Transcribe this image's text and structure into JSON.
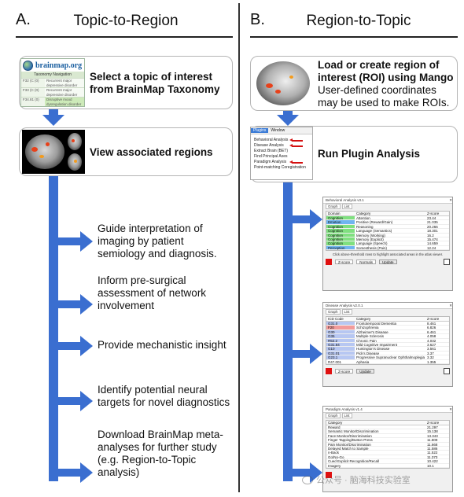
{
  "panel_a": {
    "letter": "A.",
    "title": "Topic-to-Region",
    "step1": "Select a topic of interest from BrainMap Taxonomy",
    "step2": "View associated regions",
    "outcomes": [
      "Guide interpretation of imaging by patient semiology and diagnosis.",
      "Inform pre-surgical assessment of network involvement",
      "Provide mechanistic insight",
      "Identify potential neural targets for novel diagnostics",
      "Download BrainMap meta-analyses for further study (e.g. Region-to-Topic analysis)"
    ],
    "brainmap_thumb": {
      "logo": "brainmap.org",
      "header": "Taxonomy Navigation",
      "rows": [
        {
          "code": "F32 (C (0)",
          "label": "Recurrent major depressive disorder"
        },
        {
          "code": "F33 (C (0)",
          "label": "Recurrent major depressive disorder"
        },
        {
          "code": "F34.81 (0)",
          "label": "Disruptive mood dysregulation disorder"
        }
      ]
    }
  },
  "panel_b": {
    "letter": "B.",
    "title": "Region-to-Topic",
    "step1_bold": "Load or create region of interest (ROI) using Mango",
    "step1_normal": "User-defined coordinates may be used to make ROIs.",
    "step2": "Run Plugin Analysis",
    "menu_thumb": {
      "tabs": [
        "Plugins",
        "Window"
      ],
      "items": [
        "Behavioral Analysis",
        "Disease Analysis",
        "Extract Brain (BET)",
        "Find Principal Axes",
        "Paradigm Analysis",
        "Point-matching Coregistration"
      ]
    },
    "windows": [
      {
        "title": "Behavioral Analysis v3.1",
        "tabs": [
          "Graph",
          "List"
        ],
        "headers": [
          "Domain",
          "Category",
          "Z-score"
        ],
        "rows": [
          [
            "Cognition",
            "Attention",
            "23.44"
          ],
          [
            "Emotion",
            "Positive (Reward/Gain)",
            "21.035"
          ],
          [
            "Cognition",
            "Reasoning",
            "20.266"
          ],
          [
            "Cognition",
            "Language (Semantics)",
            "18.301"
          ],
          [
            "Cognition",
            "Memory (Working)",
            "16.2"
          ],
          [
            "Cognition",
            "Memory (Explicit)",
            "15.474"
          ],
          [
            "Cognition",
            "Language (Speech)",
            "14.659"
          ],
          [
            "Perception",
            "Somesthesis (Pain)",
            "12.24"
          ]
        ],
        "note": "Click above-threshold rows to highlight associated areas in the atlas viewer.",
        "controls": [
          "Z-score",
          "Normals",
          "Update"
        ]
      },
      {
        "title": "Disease Analysis v2.0.1",
        "tabs": [
          "Graph",
          "List"
        ],
        "headers": [
          "ICD Code",
          "Category",
          "Z-score"
        ],
        "rows": [
          [
            "G31.0",
            "Frontotemporal Dementia",
            "8.461"
          ],
          [
            "F20",
            "Schizophrenia",
            "6.826"
          ],
          [
            "G30",
            "Alzheimer's Disease",
            "6.461"
          ],
          [
            "G35",
            "Multiple Sclerosis",
            "4.058"
          ],
          [
            "R52.2",
            "Chronic Pain",
            "4.032"
          ],
          [
            "G31.84",
            "Mild Cognitive Impairment",
            "3.627"
          ],
          [
            "G10",
            "Huntington's Disease",
            "3.561"
          ],
          [
            "G31.01",
            "Pick's Disease",
            "3.37"
          ],
          [
            "G23.1",
            "Progressive Supranuclear Ophthalmoplegia",
            "3.32"
          ],
          [
            "R47.001",
            "Aphasia",
            "1.355"
          ]
        ],
        "controls": [
          "Z-score",
          "Update"
        ]
      },
      {
        "title": "Paradigm Analysis v1.4",
        "tabs": [
          "Graph",
          "List"
        ],
        "headers": [
          "Category",
          "",
          "Z-score"
        ],
        "rows": [
          [
            "Reward",
            "",
            "21.297"
          ],
          [
            "Semantic Monitor/Discrimination",
            "",
            "15.138"
          ],
          [
            "Face Monitor/Discrimination",
            "",
            "13.343"
          ],
          [
            "Finger Tapping/Button Press",
            "",
            "11.809"
          ],
          [
            "Pain Monitor/Discrimination",
            "",
            "11.668"
          ],
          [
            "Delayed Match to Sample",
            "",
            "11.586"
          ],
          [
            "n-Back",
            "",
            "11.522"
          ],
          [
            "Go/No-Go",
            "",
            "11.373"
          ],
          [
            "Cued Explicit Recognition/Recall",
            "",
            "10.422"
          ],
          [
            "Imagery",
            "",
            "10.1"
          ]
        ]
      }
    ]
  },
  "watermark": "公众号 · 脑海科技实验室",
  "colors": {
    "arrow_blue": "#3a6ed0",
    "box_border": "#b5b5b5",
    "menu_red_arrow": "#d41010"
  }
}
